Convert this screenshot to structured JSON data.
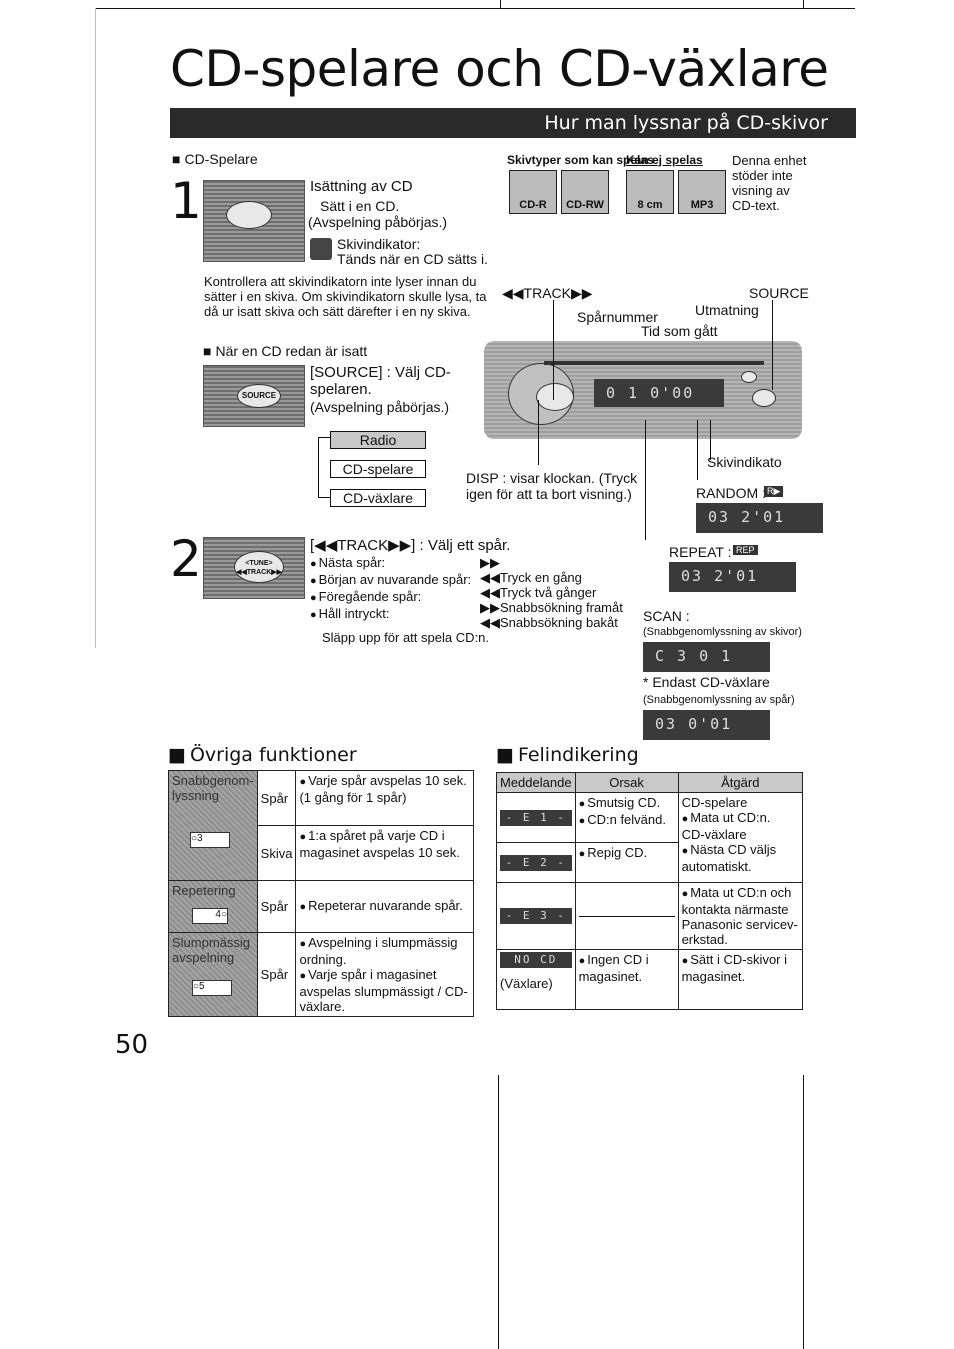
{
  "header": {
    "title": "CD-spelare och CD-växlare",
    "band": "Hur man lyssnar på CD-skivor"
  },
  "cd_section": {
    "heading": "CD-Spelare",
    "step1_num": "1",
    "insert_title": "Isättning av CD",
    "insert_line1": "Sätt i en CD.",
    "insert_line2": "(Avspelning påbörjas.)",
    "indicator_title": "Skivindikator:",
    "indicator_text": "Tänds när en CD sätts i.",
    "check_text": "Kontrollera att skivindikatorn inte lyser innan du sätter i en skiva. Om skivindikatorn skulle lysa, ta då ur isatt skiva och sätt därefter i en ny skiva.",
    "already_heading": "När en CD redan är isatt",
    "source_title": "[SOURCE] : Välj CD-spelaren.",
    "source_sub": "(Avspelning påbörjas.)",
    "source_btn": "SOURCE",
    "modes": [
      "Radio",
      "CD-spelare",
      "CD-växlare"
    ],
    "step2_num": "2",
    "track_btn": "<TUNE> ◀◀TRACK▶▶",
    "track_title": "[◀◀TRACK▶▶] : Välj ett spår.",
    "track_rows": [
      {
        "label": "Nästa spår:",
        "action": "▶▶"
      },
      {
        "label": "Början av nuvarande spår:",
        "action": "◀◀Tryck en gång"
      },
      {
        "label": "Föregående spår:",
        "action": "◀◀Tryck två gånger"
      },
      {
        "label": "Håll intryckt:",
        "action": "▶▶Snabbsökning framåt"
      },
      {
        "label": "",
        "action": "◀◀Snabbsökning bakåt"
      }
    ],
    "release_text": "Släpp upp för att spela CD:n."
  },
  "disc_types": {
    "can_play": "Skivtyper som kan spelas",
    "cannot_play": "Kan ej spelas",
    "note": "Denna enhet stöder inte visning av CD-text.",
    "icons": [
      "CD-R",
      "CD-RW",
      "8 cm",
      "MP3"
    ]
  },
  "diagram": {
    "track_label": "◀◀TRACK▶▶",
    "source_label": "SOURCE",
    "track_num_label": "Spårnummer",
    "eject_label": "Utmatning",
    "elapsed_label": "Tid som gått",
    "display_text": "0 1  0'00",
    "disc_ind_label": "Skivindikato",
    "disp_text": "DISP : visar klockan. (Tryck igen för att ta bort visning.)",
    "random_label": "RANDOM :",
    "random_icon": "R▶",
    "random_display": "03  2'01",
    "repeat_label": "REPEAT :",
    "repeat_icon": "REP",
    "repeat_display": "03  2'01",
    "scan_label": "SCAN :",
    "scan_sub1": "(Snabbgenomlyssning av skivor)",
    "scan_display1": "C 3  0 1",
    "changer_only": "* Endast CD-växlare",
    "scan_sub2": "(Snabbgenomlyssning av spår)",
    "scan_display2": "03  0'01"
  },
  "other": {
    "heading": "Övriga funktioner",
    "rows": [
      {
        "name": "Snabbgenom-lyssning",
        "scope": "Spår",
        "desc": "Varje spår avspelas 10 sek. (1 gång för 1 spår)",
        "btn": ""
      },
      {
        "name": "",
        "scope": "Skiva",
        "desc": "1:a spåret på varje CD i magasinet avspelas 10 sek.",
        "btn": "○3"
      },
      {
        "name": "Repetering",
        "scope": "Spår",
        "desc": "Repeterar nuvarande spår.",
        "btn": "4○"
      },
      {
        "name": "Slumpmässig avspelning",
        "scope": "Spår",
        "desc1": "Avspelning i slumpmässig ordning.",
        "desc2": "Varje spår i magasinet avspelas slumpmässigt / CD-växlare.",
        "btn": "○5"
      }
    ]
  },
  "errors": {
    "heading": "Felindikering",
    "col_msg": "Meddelande",
    "col_cause": "Orsak",
    "col_action": "Åtgärd",
    "rows": [
      {
        "msg": "- E 1 -",
        "cause1": "Smutsig CD.",
        "cause2": "CD:n felvänd.",
        "act_head": "CD-spelare",
        "act1": "Mata ut CD:n.",
        "act_head2": "CD-växlare",
        "act2": "Nästa CD väljs automatiskt."
      },
      {
        "msg": "- E 2 -",
        "cause1": "Repig CD."
      },
      {
        "msg": "- E 3 -",
        "act1": "Mata ut CD:n och kontakta närmaste Panasonic servicev-erkstad."
      },
      {
        "msg": "NO CD",
        "msg_sub": "(Växlare)",
        "cause1": "Ingen CD i magasinet.",
        "act1": "Sätt i CD-skivor i magasinet."
      }
    ]
  },
  "page_number": "50"
}
